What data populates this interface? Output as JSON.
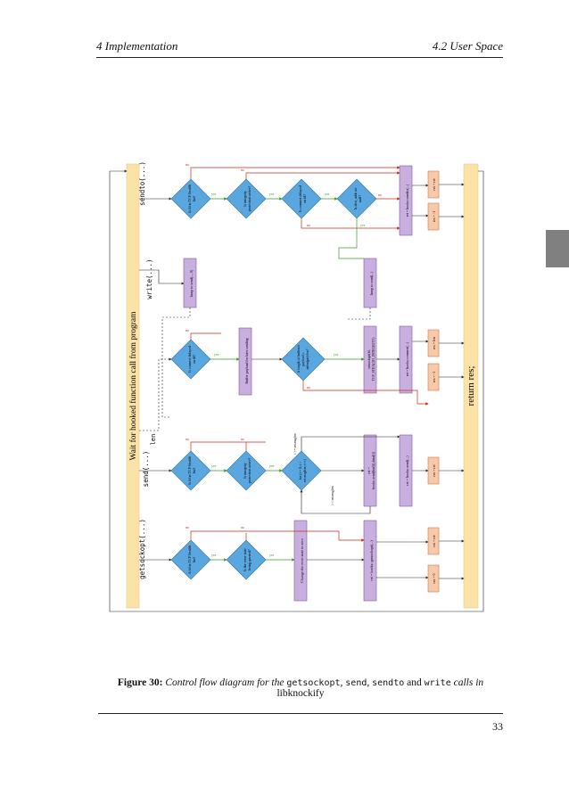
{
  "header": {
    "left": "4   Implementation",
    "right": "4.2   User Space"
  },
  "figure": {
    "wait_label": "Wait for hooked function call from program",
    "return_label": "return res;",
    "calls": {
      "getsockopt": "getsockopt(...)",
      "send": "send(...)",
      "sendto": "sendto(...)",
      "write": "write(...)",
      "len": "len"
    },
    "edge_labels": {
      "yes": "yes",
      "no": "no"
    },
    "col_getsockopt": {
      "q1": [
        "Is fd in TCP Stealth",
        "list?"
      ],
      "q2": [
        "Is the error state",
        "being queried?"
      ],
      "act1": "Change the error state to zero",
      "act2": "ret = hooks::getsockopt(...)",
      "ret_a": "res = ret",
      "ret_b": "res = 0"
    },
    "col_send": {
      "q1": [
        "Is fd in TCP Stealth",
        "list?"
      ],
      "q2": [
        "Is integrity",
        "protection active?"
      ],
      "loop": [
        "for (i = 0; i <",
        "ret.msglen; i++)"
      ],
      "loop_done": "i >= ret.msglen",
      "loop_body": [
        "ret =",
        "hooks::send(buf[i],data[i])"
      ],
      "loop_incr": "i < ret.msglen",
      "ret_call": "ret = hooks::send(...)",
      "ret_a": "res = ret"
    },
    "col_connect": {
      "q1": [
        "Is connect delayed",
        "on fd?"
      ],
      "act1": "Buffer payload for later sending",
      "q2": [
        "Is length of buffered",
        "payload ≥",
        "strlen(ptr)-len?"
      ],
      "act2": [
        "setsockopt(fd,",
        "TCP_STEALTH_INTEGRITY)"
      ],
      "act3": "ret = hooks::connect(...)",
      "ret_a": "res = len",
      "ret_b": "res = -1"
    },
    "col_write": {
      "jump_a": "Jump to send(..., 0)",
      "jump_b": "Jump to send(...)"
    },
    "col_sendto": {
      "q1": [
        "Is fd in TCP Stealth",
        "list?"
      ],
      "q2": [
        "Is integrity",
        "protection active?"
      ],
      "q3": [
        "Is connect delayed",
        "on fd?"
      ],
      "q4": [
        "Is dest_addr set",
        "null?"
      ],
      "act": "ret = hooks::sendto(...)",
      "ret_a": "res = ret",
      "ret_b": "res = -1"
    }
  },
  "caption": {
    "label": "Figure 30:",
    "t1": "Control flow diagram for the",
    "c1": "getsockopt",
    "t2": ",",
    "c2": "send",
    "t3": ",",
    "c3": "sendto",
    "t4": "and",
    "c4": "write",
    "t5": "calls in",
    "t6": "libknockify"
  },
  "page_number": "33",
  "colors": {
    "decision": "#5aa7e0",
    "action": "#c9aee0",
    "result": "#f8c9a8",
    "banner": "#fbe3a8",
    "yes_arrow": "#3a9a2a",
    "no_arrow": "#cc2a1a"
  }
}
